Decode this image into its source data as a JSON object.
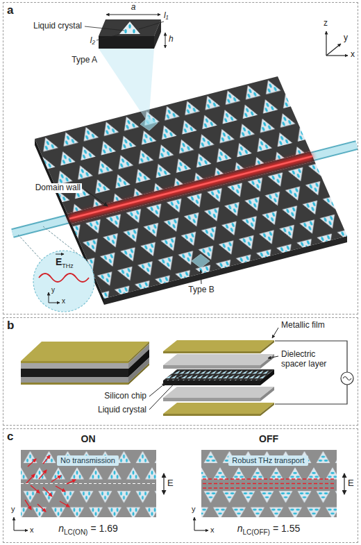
{
  "diagram": {
    "nodes": [
      {
        "text": [
          "a"
        ]
      },
      {
        "text": [
          "b"
        ]
      },
      {
        "text": [
          "c"
        ]
      },
      {
        "text": [
          "No transmission"
        ],
        "in": 2
      },
      {
        "text": [
          "Robust THz transport"
        ],
        "in": 2
      }
    ],
    "labels": [
      "Liquid crystal",
      "a",
      "l₁",
      "h",
      "l₂",
      "Type A",
      "z",
      "y",
      "x",
      "Domain wall",
      "E",
      "THz",
      "y",
      "x",
      "Type B",
      "Metallic film",
      "Dielectric spacer layer",
      "Silicon chip",
      "Liquid crystal",
      "ON",
      "OFF",
      "E",
      "E",
      "y",
      "x",
      "y",
      "x",
      "n",
      "LC(ON)",
      "= 1.69",
      "n",
      "LC(OFF)",
      "= 1.55"
    ]
  }
}
